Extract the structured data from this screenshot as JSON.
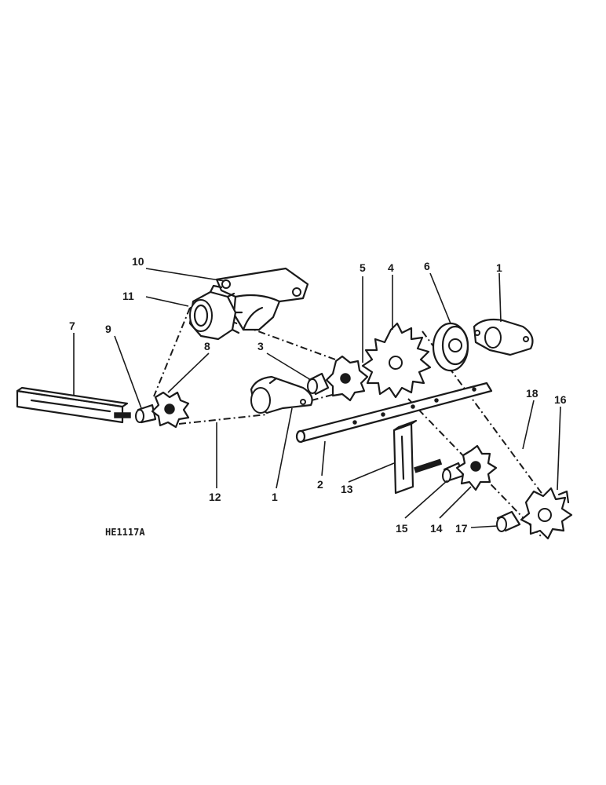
{
  "drawing_code": "HE1117A",
  "callouts": {
    "c1a": "1",
    "c1b": "1",
    "c2": "2",
    "c3": "3",
    "c4": "4",
    "c5": "5",
    "c6": "6",
    "c7": "7",
    "c8": "8",
    "c9": "9",
    "c10": "10",
    "c11": "11",
    "c12": "12",
    "c13": "13",
    "c14": "14",
    "c15": "15",
    "c16": "16",
    "c17": "17",
    "c18": "18"
  }
}
